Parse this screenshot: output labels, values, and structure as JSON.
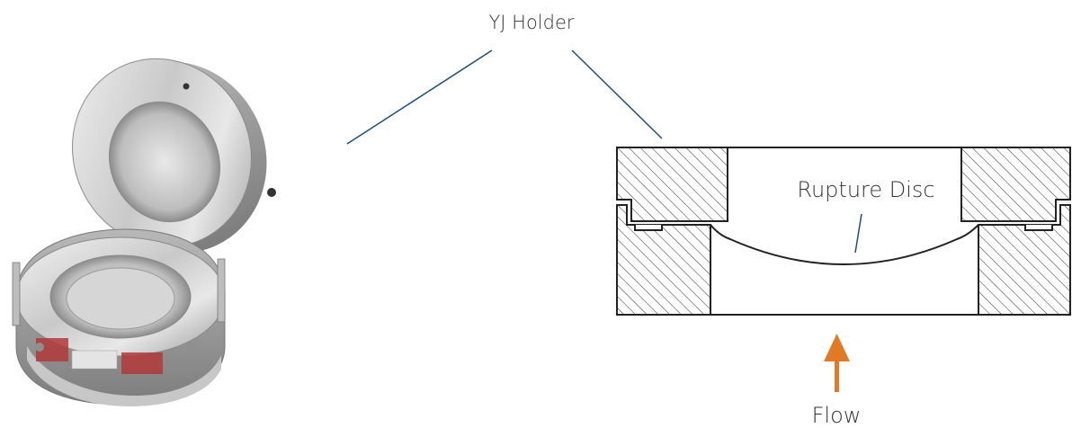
{
  "labels": {
    "holder": "YJ Holder",
    "disc": "Rupture Disc",
    "flow": "Flow"
  },
  "colors": {
    "leader": "#1f4e79",
    "arrow": "#e07a26",
    "outline": "#222222",
    "text": "#333333"
  },
  "icons": {
    "photo": "yj-holder-photo-icon",
    "flow_arrow": "up-arrow-icon"
  }
}
